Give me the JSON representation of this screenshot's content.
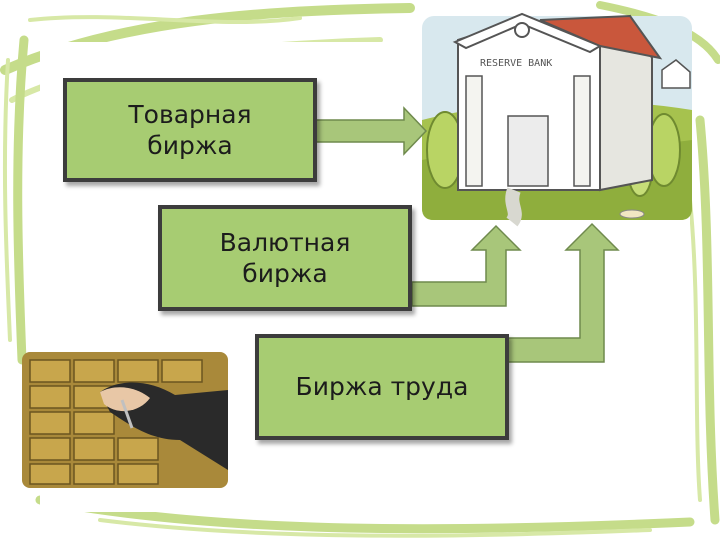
{
  "diagram": {
    "nodes": [
      {
        "id": "commodity-exchange",
        "label": "Товарная\nбиржа"
      },
      {
        "id": "currency-exchange",
        "label": "Валютная\nбиржа"
      },
      {
        "id": "labor-exchange",
        "label": "Биржа труда"
      }
    ],
    "bank_sign": "RESERVE BANK",
    "colors": {
      "frame": "#c5dc8a",
      "box_fill": "#a7cc72",
      "box_border": "#3c3c3c",
      "arrow": "#a8c67a",
      "arrow_border": "#6f8a4d",
      "background": "#ffffff"
    },
    "icons": [
      "bank-illustration",
      "safe-deposit-boxes-photo",
      "clock-icon"
    ]
  }
}
